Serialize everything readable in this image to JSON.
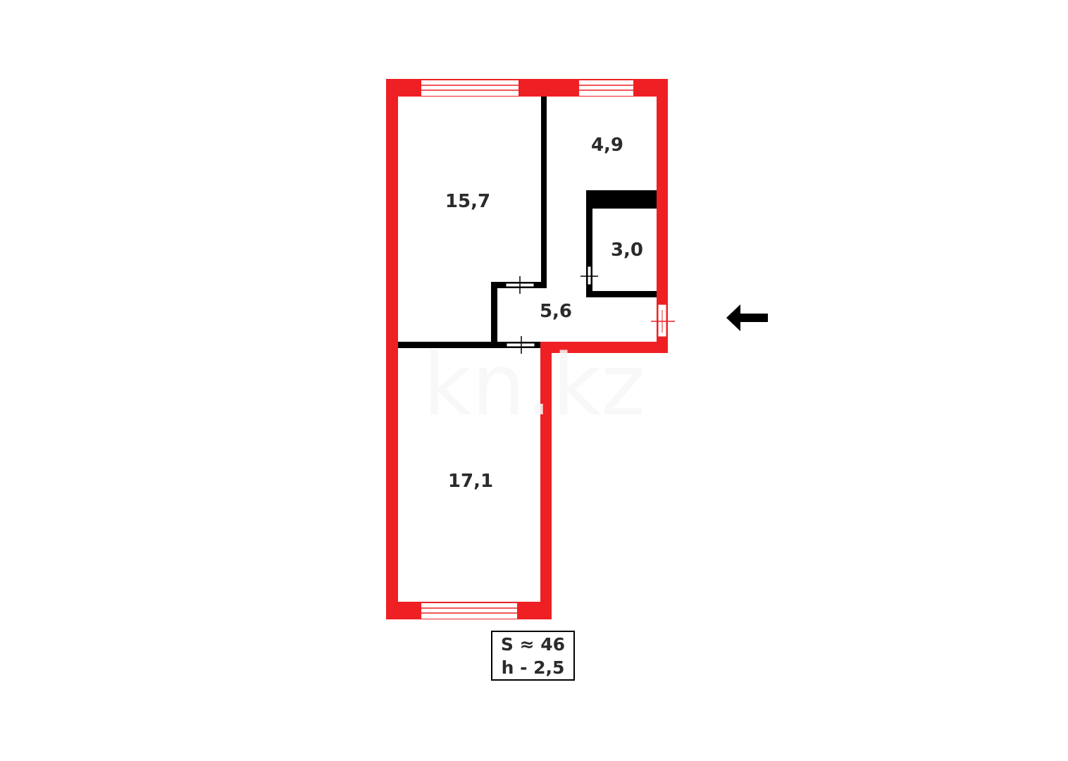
{
  "plan": {
    "colors": {
      "exterior_wall": "#ee2024",
      "interior_wall": "#000000",
      "text": "#2b2b2b",
      "background": "#ffffff",
      "window_fill": "#ffffff"
    },
    "rooms": [
      {
        "id": "room-living",
        "area": "15,7"
      },
      {
        "id": "room-kitchen",
        "area": "4,9"
      },
      {
        "id": "room-bathroom",
        "area": "3,0"
      },
      {
        "id": "room-hallway",
        "area": "5,6"
      },
      {
        "id": "room-bedroom",
        "area": "17,1"
      }
    ],
    "summary": {
      "area_line": "S ≈ 46",
      "height_line": "h - 2,5"
    },
    "entrance_arrow": "arrow-left-icon",
    "watermark": "kn.kz"
  }
}
